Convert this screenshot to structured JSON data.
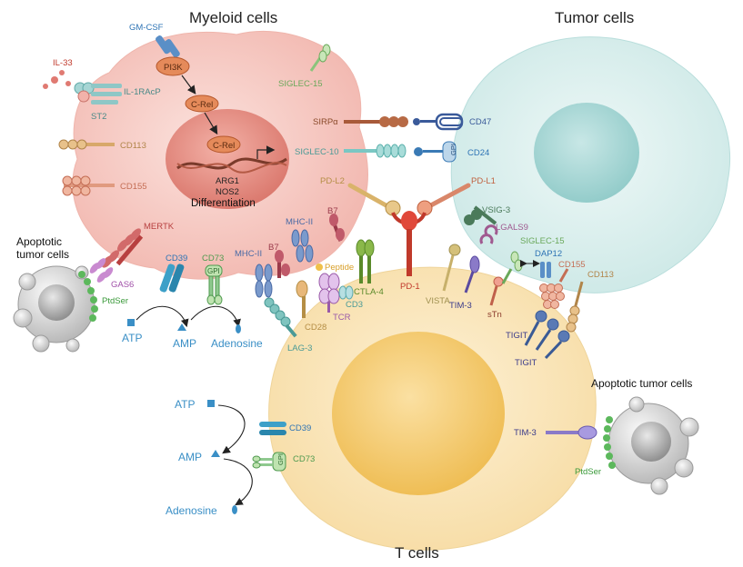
{
  "cells": {
    "myeloid": "Myeloid cells",
    "tumor": "Tumor cells",
    "tcell": "T cells",
    "apoptotic_left": "Apoptotic\ntumor cells",
    "apoptotic_right": "Apoptotic tumor cells"
  },
  "signaling": {
    "gmcsf": "GM-CSF",
    "pi3k": "PI3K",
    "crel_top": "C-Rel",
    "crel_nucleus": "C-Rel",
    "arg1": "ARG1",
    "nos2": "NOS2",
    "differentiation": "Differentiation"
  },
  "receptors": {
    "il33": "IL-33",
    "il1racp": "IL-1RAcP",
    "st2": "ST2",
    "siglec15_top": "SIGLEC-15",
    "cd113_left": "CD113",
    "cd155_left": "CD155",
    "sirpa": "SIRPα",
    "cd47": "CD47",
    "siglec10": "SIGLEC-10",
    "cd24": "CD24",
    "gpi_cd24": "GPI",
    "pdl2": "PD-L2",
    "pdl1": "PD-L1",
    "pd1": "PD-1",
    "mertk": "MERTK",
    "gas6": "GAS6",
    "ptdser_left": "PtdSer",
    "cd39_top": "CD39",
    "cd73_top": "CD73",
    "gpi_top": "GPI",
    "mhcii_left": "MHC-II",
    "mhcii_mid": "MHC-II",
    "b7_a": "B7",
    "b7_b": "B7",
    "peptide": "Peptide",
    "ctla4": "CTLA-4",
    "cd3": "CD3",
    "tcr": "TCR",
    "cd28": "CD28",
    "lag3": "LAG-3",
    "vsig3": "VSIG-3",
    "lgals9": "LGALS9",
    "siglec15_right": "SIGLEC-15",
    "dap12": "DAP12",
    "cd155_right": "CD155",
    "cd113_right": "CD113",
    "vista": "VISTA",
    "tim3_mid": "TIM-3",
    "stn": "sTn",
    "tigit_a": "TIGIT",
    "tigit_b": "TIGIT",
    "cd39_bottom": "CD39",
    "cd73_bottom": "CD73",
    "gpi_bottom": "GPI",
    "tim3_right": "TIM-3",
    "ptdser_right": "PtdSer"
  },
  "metabolites": {
    "atp_top": "ATP",
    "amp_top": "AMP",
    "adenosine_top": "Adenosine",
    "atp_bottom": "ATP",
    "amp_bottom": "AMP",
    "adenosine_bottom": "Adenosine"
  },
  "colors": {
    "myeloid_fill": "#f6c9c2",
    "tumor_fill": "#d7eeed",
    "tcell_fill": "#fbe6b8",
    "nucleus_tumor": "#a9d7d6",
    "nucleus_tcell": "#f3c96a",
    "nucleus_myeloid": "#e58a7f",
    "pd1_red": "#c0392b",
    "blue_label": "#2e74b5"
  }
}
